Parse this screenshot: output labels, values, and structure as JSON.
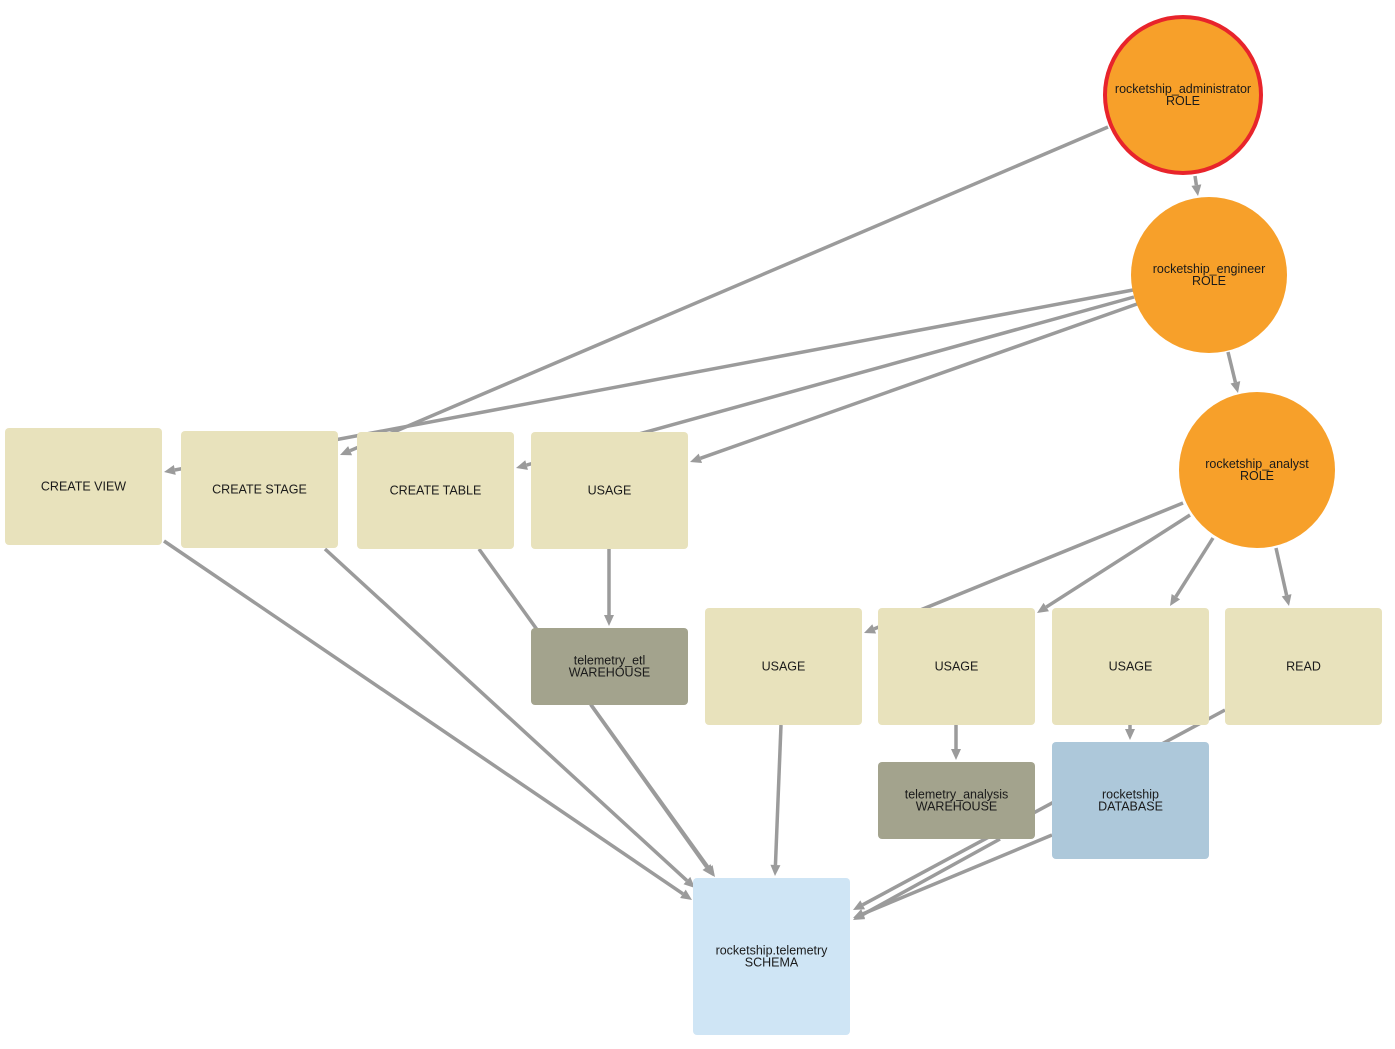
{
  "colors": {
    "role": "#f7a02a",
    "role_selected_border": "#e8242b",
    "privilege": "#e8e2bc",
    "warehouse": "#a3a38d",
    "database": "#adc8da",
    "schema": "#cfe5f5",
    "edge": "#9b9b9b"
  },
  "nodes": {
    "admin": {
      "line1": "rocketship_administrator",
      "line2": "ROLE",
      "kind": "role",
      "selected": true
    },
    "engineer": {
      "line1": "rocketship_engineer",
      "line2": "ROLE",
      "kind": "role"
    },
    "analyst": {
      "line1": "rocketship_analyst",
      "line2": "ROLE",
      "kind": "role"
    },
    "create_view": {
      "line1": "CREATE VIEW",
      "kind": "privilege"
    },
    "create_stage": {
      "line1": "CREATE STAGE",
      "kind": "privilege"
    },
    "create_table": {
      "line1": "CREATE TABLE",
      "kind": "privilege"
    },
    "usage_etl": {
      "line1": "USAGE",
      "kind": "privilege"
    },
    "usage_schema": {
      "line1": "USAGE",
      "kind": "privilege"
    },
    "usage_analysis": {
      "line1": "USAGE",
      "kind": "privilege"
    },
    "usage_db": {
      "line1": "USAGE",
      "kind": "privilege"
    },
    "read": {
      "line1": "READ",
      "kind": "privilege"
    },
    "wh_etl": {
      "line1": "telemetry_etl",
      "line2": "WAREHOUSE",
      "kind": "warehouse"
    },
    "wh_analysis": {
      "line1": "telemetry_analysis",
      "line2": "WAREHOUSE",
      "kind": "warehouse"
    },
    "database": {
      "line1": "rocketship",
      "line2": "DATABASE",
      "kind": "database"
    },
    "schema": {
      "line1": "rocketship.telemetry",
      "line2": "SCHEMA",
      "kind": "schema"
    }
  },
  "edges": [
    [
      "admin",
      "engineer"
    ],
    [
      "admin",
      "create_stage"
    ],
    [
      "engineer",
      "analyst"
    ],
    [
      "engineer",
      "create_view"
    ],
    [
      "engineer",
      "create_table"
    ],
    [
      "engineer",
      "usage_etl"
    ],
    [
      "analyst",
      "usage_schema"
    ],
    [
      "analyst",
      "usage_analysis"
    ],
    [
      "analyst",
      "usage_db"
    ],
    [
      "analyst",
      "read"
    ],
    [
      "usage_etl",
      "wh_etl"
    ],
    [
      "usage_analysis",
      "wh_analysis"
    ],
    [
      "usage_db",
      "database"
    ],
    [
      "create_view",
      "schema"
    ],
    [
      "create_stage",
      "schema"
    ],
    [
      "create_table",
      "schema"
    ],
    [
      "usage_schema",
      "schema"
    ],
    [
      "read",
      "schema"
    ],
    [
      "wh_etl",
      "schema"
    ],
    [
      "wh_analysis",
      "schema"
    ],
    [
      "database",
      "schema"
    ]
  ]
}
